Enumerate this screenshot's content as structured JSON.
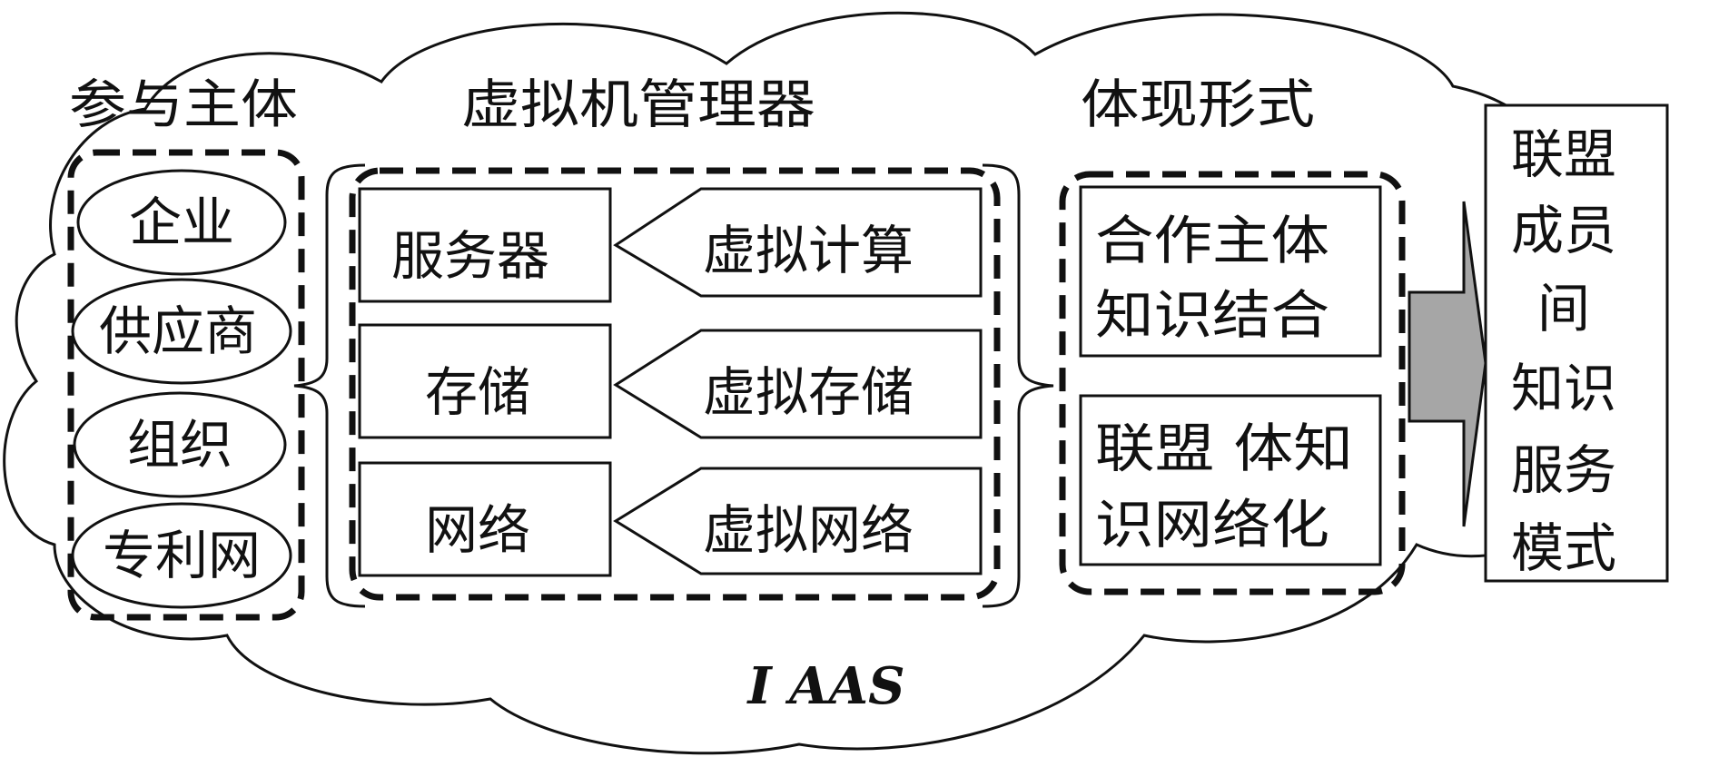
{
  "headings": {
    "participants": "参与主体",
    "hypervisor": "虚拟机管理器",
    "forms": "体现形式"
  },
  "participants": [
    "企业",
    "供应商",
    "组织",
    "专利网"
  ],
  "physical": [
    "服务器",
    "存储",
    "网络"
  ],
  "virtual": [
    "虚拟计算",
    "虚拟存储",
    "虚拟网络"
  ],
  "forms": {
    "box1": [
      "合作主体",
      "知识结合"
    ],
    "box2": [
      "联盟 体知",
      "识网络化"
    ]
  },
  "result": [
    "联盟",
    "成员",
    "间",
    "知识",
    "服务",
    "模式"
  ],
  "layer_label": "I AAS",
  "colors": {
    "stroke": "#111111",
    "arrow_fill": "#a6a6a6",
    "background": "#ffffff"
  }
}
